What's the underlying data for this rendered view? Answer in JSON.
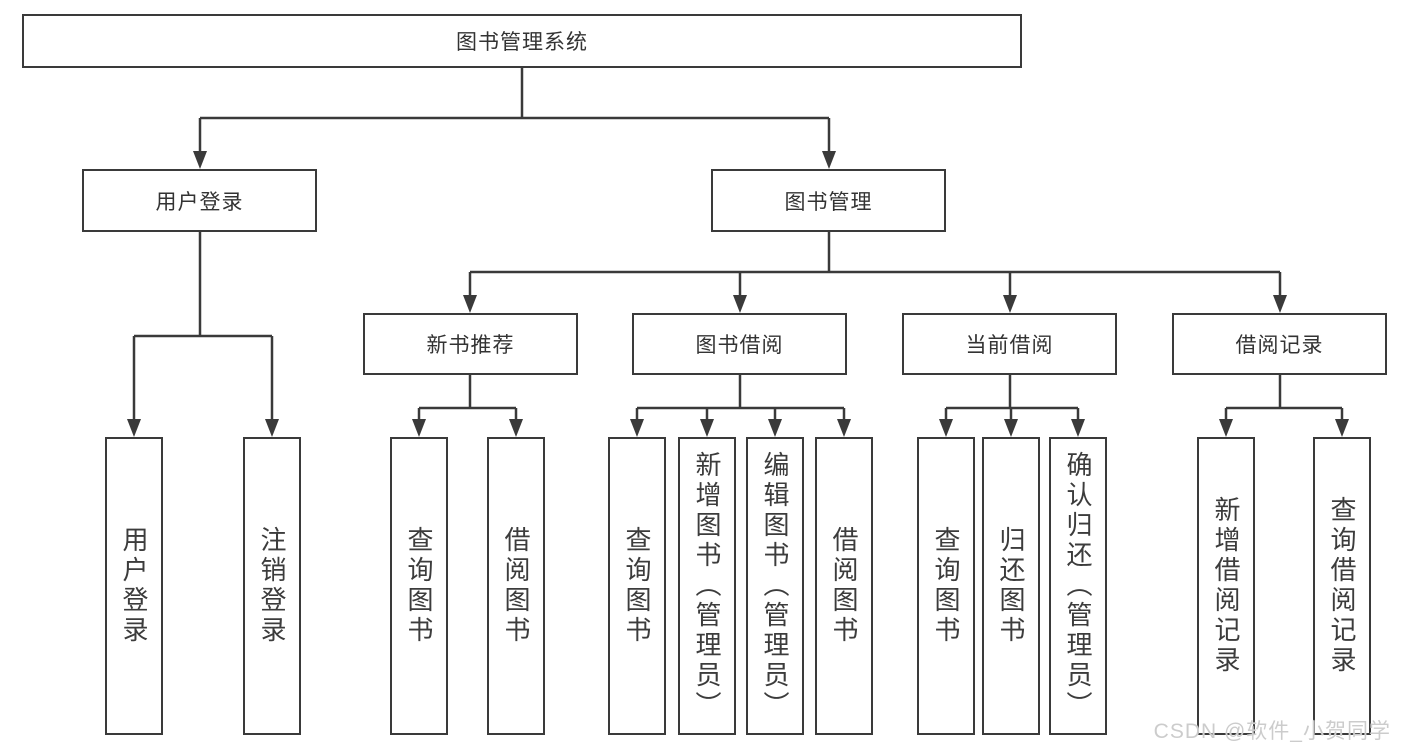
{
  "diagram_title": "图书管理系统",
  "style": {
    "background": "#ffffff",
    "line_color": "#3a3a3a",
    "box_border_color": "#3a3a3a",
    "text_color": "#333333",
    "watermark_color": "#cccccc"
  },
  "tree": {
    "root": {
      "label": "图书管理系统"
    },
    "branches": [
      {
        "label": "用户登录",
        "leaves": [
          {
            "label": "用户登录"
          },
          {
            "label": "注销登录"
          }
        ]
      },
      {
        "label": "图书管理",
        "groups": [
          {
            "label": "新书推荐",
            "leaves": [
              {
                "label": "查询图书"
              },
              {
                "label": "借阅图书"
              }
            ]
          },
          {
            "label": "图书借阅",
            "leaves": [
              {
                "label": "查询图书"
              },
              {
                "label": "新增图书（管理员）"
              },
              {
                "label": "编辑图书（管理员）"
              },
              {
                "label": "借阅图书"
              }
            ]
          },
          {
            "label": "当前借阅",
            "leaves": [
              {
                "label": "查询图书"
              },
              {
                "label": "归还图书"
              },
              {
                "label": "确认归还（管理员）"
              }
            ]
          },
          {
            "label": "借阅记录",
            "leaves": [
              {
                "label": "新增借阅记录"
              },
              {
                "label": "查询借阅记录"
              }
            ]
          }
        ]
      }
    ]
  },
  "watermark": {
    "text": "CSDN @软件_小贺同学"
  }
}
